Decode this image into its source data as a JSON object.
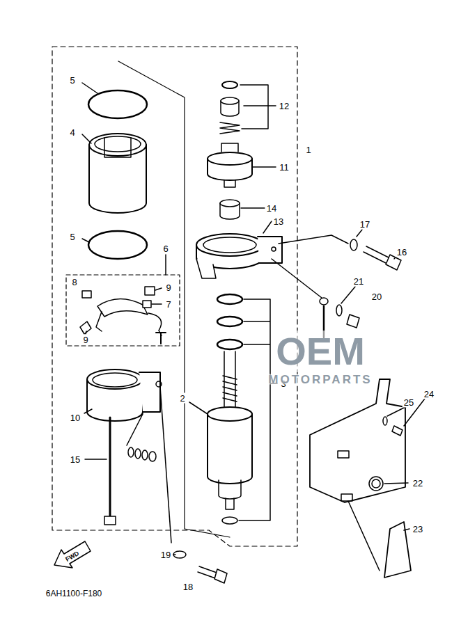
{
  "diagram": {
    "labels": [
      "5",
      "4",
      "5",
      "6",
      "8",
      "9",
      "7",
      "9",
      "10",
      "15",
      "19",
      "18",
      "12",
      "11",
      "1",
      "14",
      "13",
      "17",
      "16",
      "21",
      "20",
      "2",
      "3",
      "25",
      "24",
      "22",
      "23",
      "FWD",
      "6AH1100-F180",
      "OEM",
      "MOTORPARTS"
    ]
  }
}
